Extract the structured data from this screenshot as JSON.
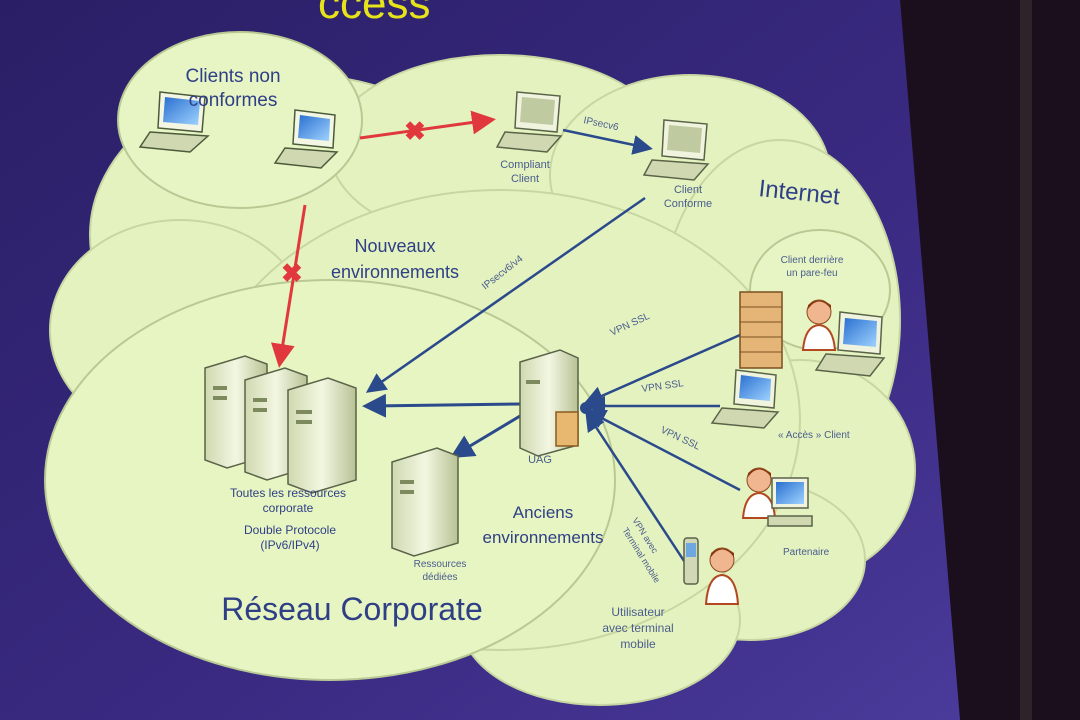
{
  "slide": {
    "title_fragment": "ccess",
    "colors": {
      "background": "#1b0f1e",
      "slide": "#2c2672",
      "cloud": "#e4f2bf",
      "label": "#2f3f86",
      "blocked_link": "#e0383c",
      "link": "#2b4a8c",
      "title": "#e6e31a"
    }
  },
  "diagram": {
    "clients_group": {
      "label_line1": "Clients non",
      "label_line2": "conformes"
    },
    "compliant_client": {
      "label_line1": "Compliant",
      "label_line2": "Client"
    },
    "client_conforme": {
      "label_line1": "Client",
      "label_line2": "Conforme"
    },
    "ipsec_link_label": "IPsecv6",
    "internet_label": "Internet",
    "nouveaux_env": {
      "line1": "Nouveaux",
      "line2": "environnements"
    },
    "ipv6_link_label": "IPsecv6/v4",
    "vpn_labels": [
      "VPN SSL",
      "VPN SSL",
      "VPN SSL"
    ],
    "vpn_mobile_label": {
      "line1": "VPN avec",
      "line2": "Terminal mobile"
    },
    "corporate_resources": {
      "line1": "Toutes les ressources",
      "line2": "corporate",
      "line3": "Double Protocole",
      "line4": "(IPv6/IPv4)"
    },
    "uag_label": "UAG",
    "dedicated_resources": {
      "line1": "Ressources",
      "line2": "dédiées"
    },
    "anciens_env": {
      "line1": "Anciens",
      "line2": "environnements"
    },
    "client_internet_group": {
      "line1": "Client derrière",
      "line2": "un pare-feu"
    },
    "acces_client_label": "« Accès » Client",
    "partner_label": "Partenaire",
    "mobile_user": {
      "line1": "Utilisateur",
      "line2": "avec terminal",
      "line3": "mobile"
    },
    "corporate_network_label": "Réseau Corporate"
  }
}
